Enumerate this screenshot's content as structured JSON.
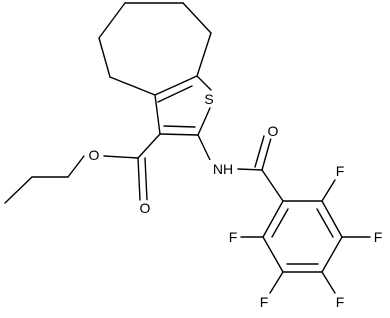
{
  "atoms": [
    {
      "id": "S1",
      "text": "S"
    },
    {
      "id": "O_ester",
      "text": "O"
    },
    {
      "id": "O_carbonyl1",
      "text": "O"
    },
    {
      "id": "NH",
      "text": "NH"
    },
    {
      "id": "O_amide",
      "text": "O"
    },
    {
      "id": "F_top",
      "text": "F"
    },
    {
      "id": "F_right",
      "text": "F"
    },
    {
      "id": "F_left",
      "text": "F"
    },
    {
      "id": "F_bottom_right",
      "text": "F"
    },
    {
      "id": "F_bottom_left",
      "text": "F"
    }
  ]
}
